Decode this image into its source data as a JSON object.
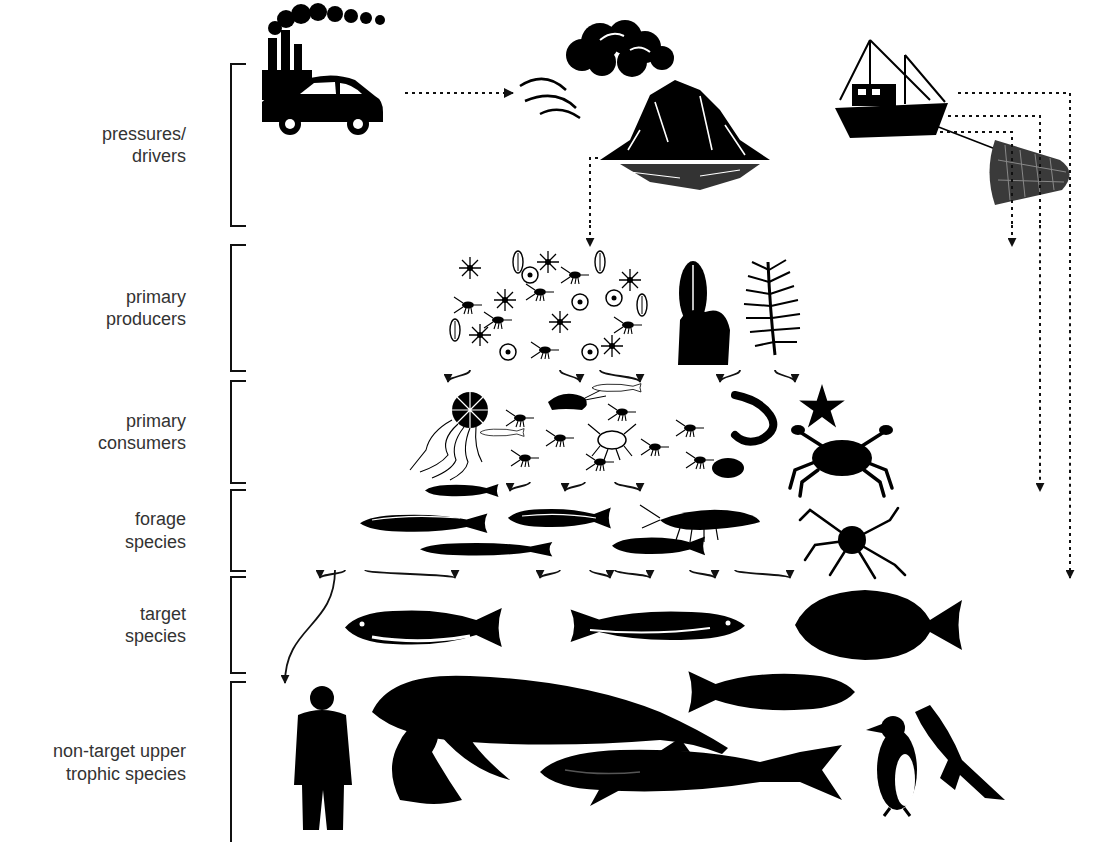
{
  "diagram": {
    "nodes": [
      {
        "text": [
          "pressures/ drivers"
        ]
      },
      {
        "text": [
          "primary producers"
        ]
      },
      {
        "text": [
          "primary consumers"
        ]
      },
      {
        "text": [
          "forage species"
        ]
      },
      {
        "text": [
          "target species"
        ]
      },
      {
        "text": [
          "non-target upper trophic species"
        ]
      }
    ],
    "edges": [
      {
        "from": 0,
        "to": 1,
        "arrow": "to"
      },
      {
        "from": 0,
        "to": 1,
        "arrow": "to"
      },
      {
        "from": 0,
        "to": 3,
        "arrow": "to"
      },
      {
        "from": 0,
        "to": 4,
        "arrow": "to"
      },
      {
        "from": 1,
        "to": 2,
        "arrow": "to"
      },
      {
        "from": 1,
        "to": 2,
        "arrow": "to"
      },
      {
        "from": 1,
        "to": 2,
        "arrow": "to"
      },
      {
        "from": 1,
        "to": 2,
        "arrow": "to"
      },
      {
        "from": 1,
        "to": 2,
        "arrow": "to"
      },
      {
        "from": 2,
        "to": 3,
        "arrow": "to"
      },
      {
        "from": 2,
        "to": 3,
        "arrow": "to"
      },
      {
        "from": 2,
        "to": 3,
        "arrow": "to"
      },
      {
        "from": 3,
        "to": 5,
        "arrow": "to"
      },
      {
        "from": 3,
        "to": 4,
        "arrow": "to"
      },
      {
        "from": 3,
        "to": 4,
        "arrow": "to"
      },
      {
        "from": 3,
        "to": 4,
        "arrow": "to"
      },
      {
        "from": 3,
        "to": 4,
        "arrow": "to"
      },
      {
        "from": 3,
        "to": 4,
        "arrow": "to"
      },
      {
        "from": 3,
        "to": 4,
        "arrow": "to"
      },
      {
        "from": 3,
        "to": 4,
        "arrow": "to"
      }
    ]
  }
}
